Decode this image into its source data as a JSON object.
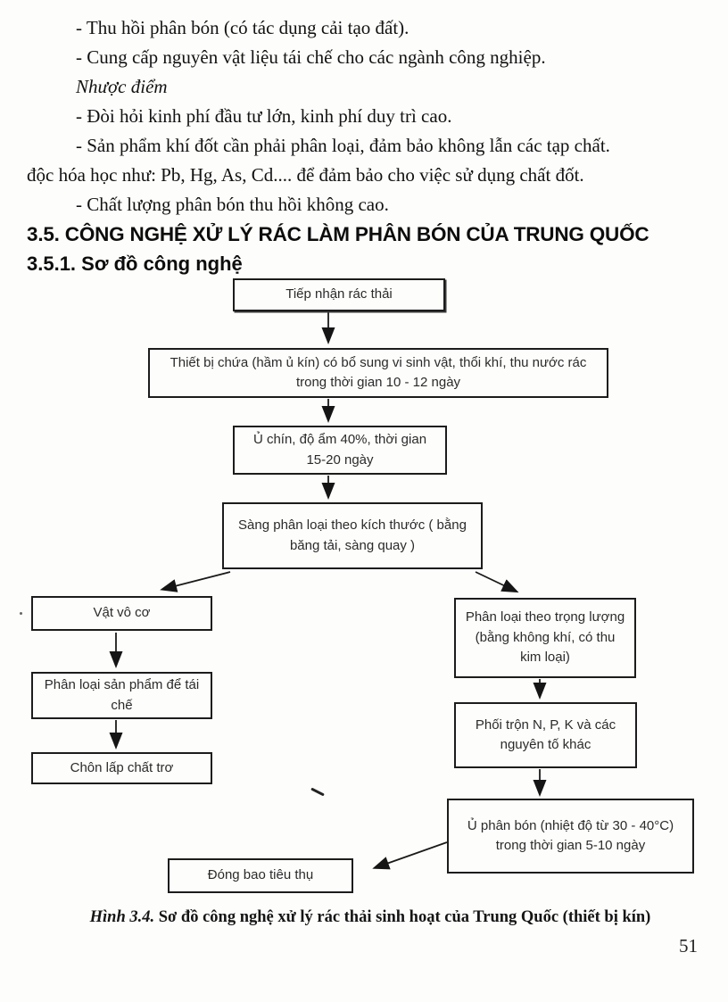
{
  "body": {
    "lines": [
      {
        "text": "- Thu hồi phân bón (có tác dụng cải tạo đất)."
      },
      {
        "text": "- Cung cấp nguyên vật liệu tái chế cho các ngành công nghiệp."
      },
      {
        "text": "Nhược điểm"
      },
      {
        "text": "- Đòi hỏi kinh phí đầu tư lớn, kinh phí duy trì cao."
      },
      {
        "text": "- Sản phẩm khí đốt cần phải phân loại, đảm bảo không lẫn các tạp chất."
      },
      {
        "text": "độc hóa học như: Pb, Hg, As, Cd.... để đảm bảo cho việc sử dụng chất đốt."
      },
      {
        "text": "- Chất lượng phân bón thu hồi không cao."
      }
    ]
  },
  "headings": {
    "section": "3.5. CÔNG NGHỆ XỬ LÝ RÁC LÀM PHÂN BÓN CỦA TRUNG QUỐC",
    "subsection": "3.5.1. Sơ đồ công nghệ"
  },
  "flowchart": {
    "nodes": {
      "receive": "Tiếp nhận rác thải",
      "container": "Thiết bị chứa (hầm ủ kín) có bổ sung vi sinh vật,  thổi khí, thu nước rác trong thời gian 10 - 12 ngày",
      "ripen": "Ủ chín, độ ẩm 40%, thời gian 15-20 ngày",
      "screen": "Sàng phân loại theo kích thước ( bằng băng tải, sàng quay )",
      "inorganic": "Vật vô cơ",
      "classify_recycle": "Phân loại sản phẩm để tái chế",
      "bury": "Chôn lấp chất trơ",
      "classify_weight": "Phân loại theo trọng lượng (bằng không khí, có thu kim loại)",
      "mix": "Phối trộn N, P, K và các nguyên tố khác",
      "compost": "Ủ phân bón (nhiệt độ từ  30 - 40°C) trong thời gian 5-10 ngày",
      "pack": "Đóng bao tiêu thụ"
    }
  },
  "caption": {
    "label": "Hình 3.4.",
    "text": " Sơ đồ công nghệ xử lý rác thải sinh hoạt của Trung Quốc (thiết bị kín)"
  },
  "page_number": "51",
  "colors": {
    "ink": "#111111",
    "paper": "#fdfdfb",
    "box_border": "#1c1c1c"
  }
}
